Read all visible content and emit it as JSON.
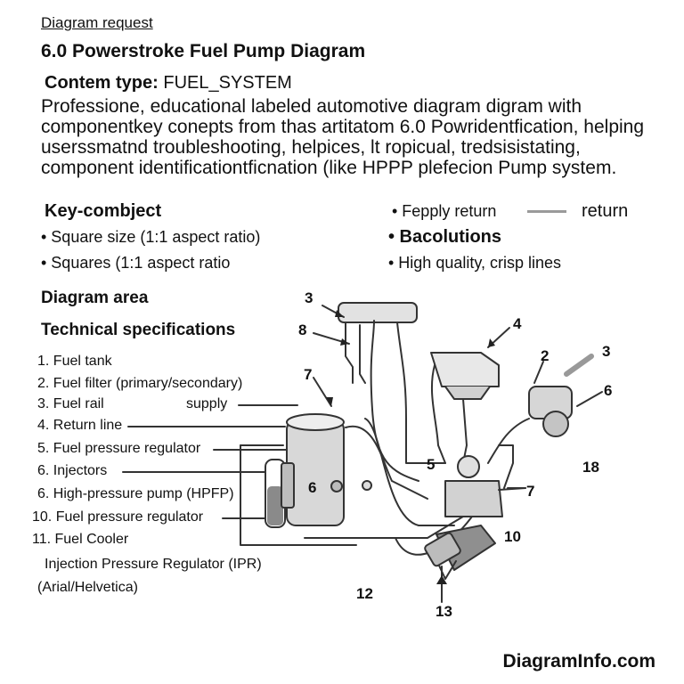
{
  "header": {
    "request_label": "Diagram request",
    "title": "6.0 Powerstroke Fuel Pump Diagram",
    "content_type_label": "Contem type:",
    "content_type_value": "FUEL_SYSTEM",
    "description_lines": [
      "Professione, educational labeled automotive  diagram digram with",
      "componentkey conepts from thas artitatom 6.0 Powridentfication, helping",
      "userssmatnd troubleshooting, helpices, lt ropicual,  tredsisistating,",
      "component  identificationtficnation (like HPPP plefecion  Pump system."
    ]
  },
  "key_object": {
    "heading": "Key-combject",
    "bullets": [
      "• Square size (1:1 aspect ratio)",
      "• Squares (1:1 aspect ratio"
    ]
  },
  "right_col": {
    "bullet_supply_return": "• Fepply return",
    "return_label": "return",
    "resolutions_heading": "• Bacolutions",
    "quality_bullet": "• High quality, crisp lines"
  },
  "diagram_area": {
    "heading": "Diagram area",
    "tech_heading": "Technical specifications",
    "specs": [
      "1. Fuel tank",
      "2. Fuel filter (primary/secondary)",
      "3. Fuel rail",
      "4. Return line",
      "5. Fuel pressure regulator",
      "6.  Injectors",
      "6. High-pressure pump (HPFP)",
      "10. Fuel pressure regulator",
      "11. Fuel Cooler"
    ],
    "supply_label": "supply",
    "ipr_line": "Injection Pressure Regulator (IPR)",
    "font_note": "(Arial/Helvetica)"
  },
  "callouts": {
    "c3a": "3",
    "c8": "8",
    "c4": "4",
    "c2": "2",
    "c3b": "3",
    "c6r": "6",
    "c7a": "7",
    "c18": "18",
    "c5": "5",
    "c7b": "7",
    "c6c": "6",
    "c10": "10",
    "c12": "12",
    "c13": "13"
  },
  "footer": {
    "site": "DiagramInfo.com"
  },
  "colors": {
    "text": "#111111",
    "line": "#333333",
    "metal": "#c8c8c8",
    "fluid": "#8a8a8a"
  }
}
